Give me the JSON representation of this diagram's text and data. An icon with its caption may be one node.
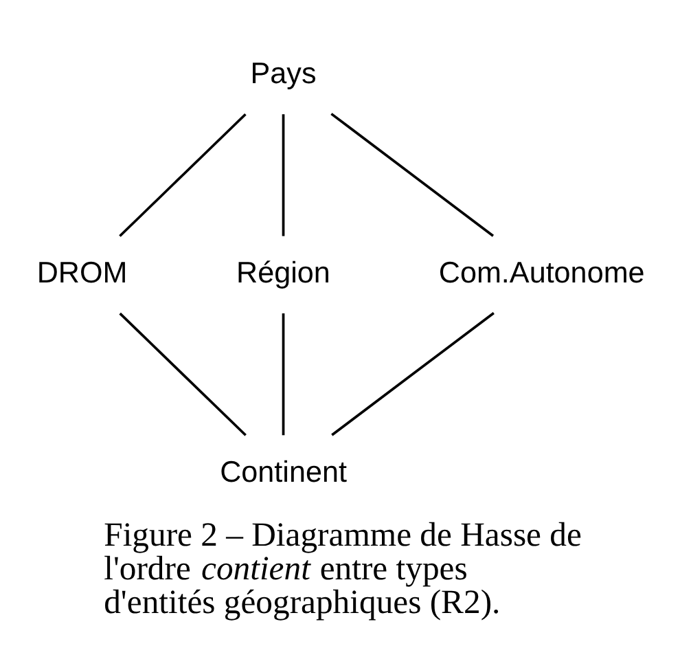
{
  "diagram": {
    "caption": "Figure 2 – Diagramme de Hasse de l'ordre *contient* entre types d'entités géographiques (R2).",
    "nodes": [
      {
        "text": [
          "Pays"
        ]
      },
      {
        "text": [
          "DROM"
        ]
      },
      {
        "text": [
          "Région"
        ]
      },
      {
        "text": [
          "Com.Autonome"
        ]
      },
      {
        "text": [
          "Continent"
        ]
      }
    ],
    "edges": [
      {
        "from": 0,
        "to": 1,
        "arrow": "none"
      },
      {
        "from": 0,
        "to": 2,
        "arrow": "none"
      },
      {
        "from": 0,
        "to": 3,
        "arrow": "none"
      },
      {
        "from": 1,
        "to": 4,
        "arrow": "none"
      },
      {
        "from": 2,
        "to": 4,
        "arrow": "none"
      },
      {
        "from": 3,
        "to": 4,
        "arrow": "none"
      }
    ]
  }
}
